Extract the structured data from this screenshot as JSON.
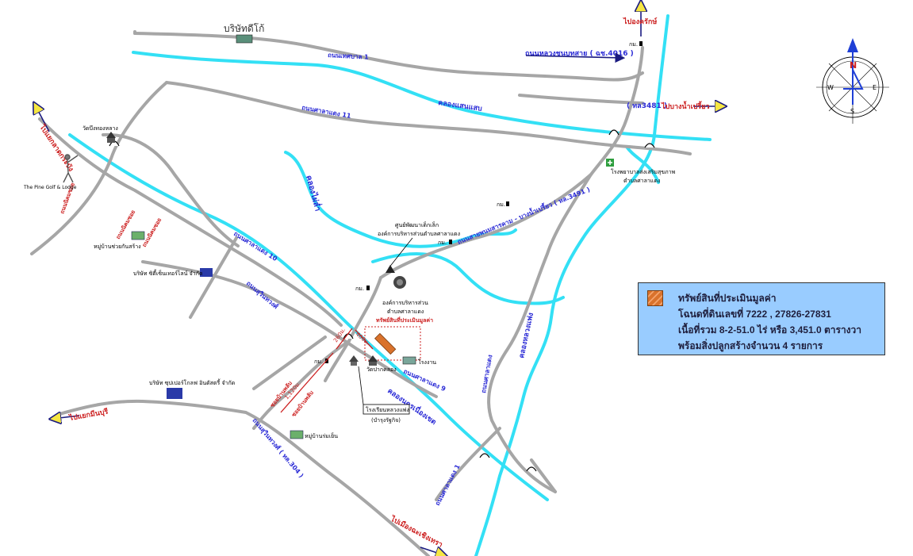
{
  "colors": {
    "road": "#a6a6a6",
    "canal": "#33e0f5",
    "road_label": "#2b2bd6",
    "direction": "#cc1f1f",
    "legend_bg": "#99ccff",
    "property": "#d9722c"
  },
  "labels": {
    "company_top": "บริษัทดีโก้",
    "to_ongkharak": "ไปองครักษ์",
    "road_4016": "ถนนหลวงชนบทสาย ( ฉช.4016 )",
    "km": "กม.",
    "road_hathai": "ถนนเทศบาล 1",
    "canal_saensaep": "คลองแสนแสบ",
    "road_3481": "( ทล3481 )",
    "to_bangnampriao": "ไปบางน้ำเปรี้ยว",
    "road_salaeng11": "ถนนศาลาแดง 11",
    "wat_bueng": "วัดบึงทองหลาง",
    "to_latkrabang": "ไปแยกลาดกระบัง",
    "golf": "The Pine Golf & Lodge",
    "hospital_1": "โรงพยาบาลส่งเสริมสุขภาพ",
    "hospital_2": "ตำบลศาลาแดง",
    "khlong_vertical": "คลองไผ่ล่ำ",
    "childcenter_1": "ศูนย์พัฒนาเด็กเล็ก",
    "childcenter_2": "องค์การบริหารส่วนตำบลศาลาแดง",
    "road_3491": "ถนนสายพนมสารคาม - บางน้ำเปรี้ยว ( ทล.3491 )",
    "village_a": "หมู่บ้านช่วยกันสร้าง",
    "village_label_a": "ถนนนิคมซอย",
    "company_city": "บริษัท ซิตี้เซ็นเทอร์ไลน์ จำกัด",
    "road_salaeng10": "ถนนศาลาแดง 10",
    "road_siwut": "ถนนสุวินทวงศ์",
    "tao_1": "องค์การบริหารส่วน",
    "tao_2": "ตำบลศาลาแดง",
    "property_label": "ทรัพย์สินที่ประเมินมูลค่า",
    "dist_260": "260ม.",
    "dist_400": "400ม.",
    "dist_1120": "1,120ม.",
    "factory": "โรงงาน",
    "wat_pak": "วัดปากคลอง",
    "road_salaeng9": "ถนนศาลาแดง 9",
    "canal_nakhon": "คลองนครเนื่องเขต",
    "road_salaeng_r": "ถนนศาลาแดง",
    "canal_luang": "คลองหลวงแพ่ง",
    "school_1": "โรงเรียนหลวงแพ่ง",
    "school_2": "(บำรุงรัฐกิจ)",
    "company_super": "บริษัท ซุปเปอร์โกลฟ อินดัสตรี้ จำกัด",
    "to_minburi": "ไปแยกมีนบุรี",
    "road_304": "ถนนสุวินทวงศ์ ( ทล.304 )",
    "village_b": "หมู่บ้านร่มเย็น",
    "road_soi": "ซอยบ้านพลับ",
    "road_salaeng1": "ถนนศาลาแดง 1",
    "to_chachoengsao": "ไปเมืองฉะเชิงเทรา",
    "compass_n": "N",
    "compass_s": "S",
    "compass_e": "E",
    "compass_w": "W"
  },
  "legend": {
    "title": "ทรัพย์สินที่ประเมินมูลค่า",
    "line1": "โฉนดที่ดินเลขที่  7222 , 27826-27831",
    "line2": "เนื้อที่รวม 8-2-51.0 ไร่ หรือ 3,451.0 ตารางวา",
    "line3": "พร้อมสิ่งปลูกสร้างจำนวน 4 รายการ"
  }
}
